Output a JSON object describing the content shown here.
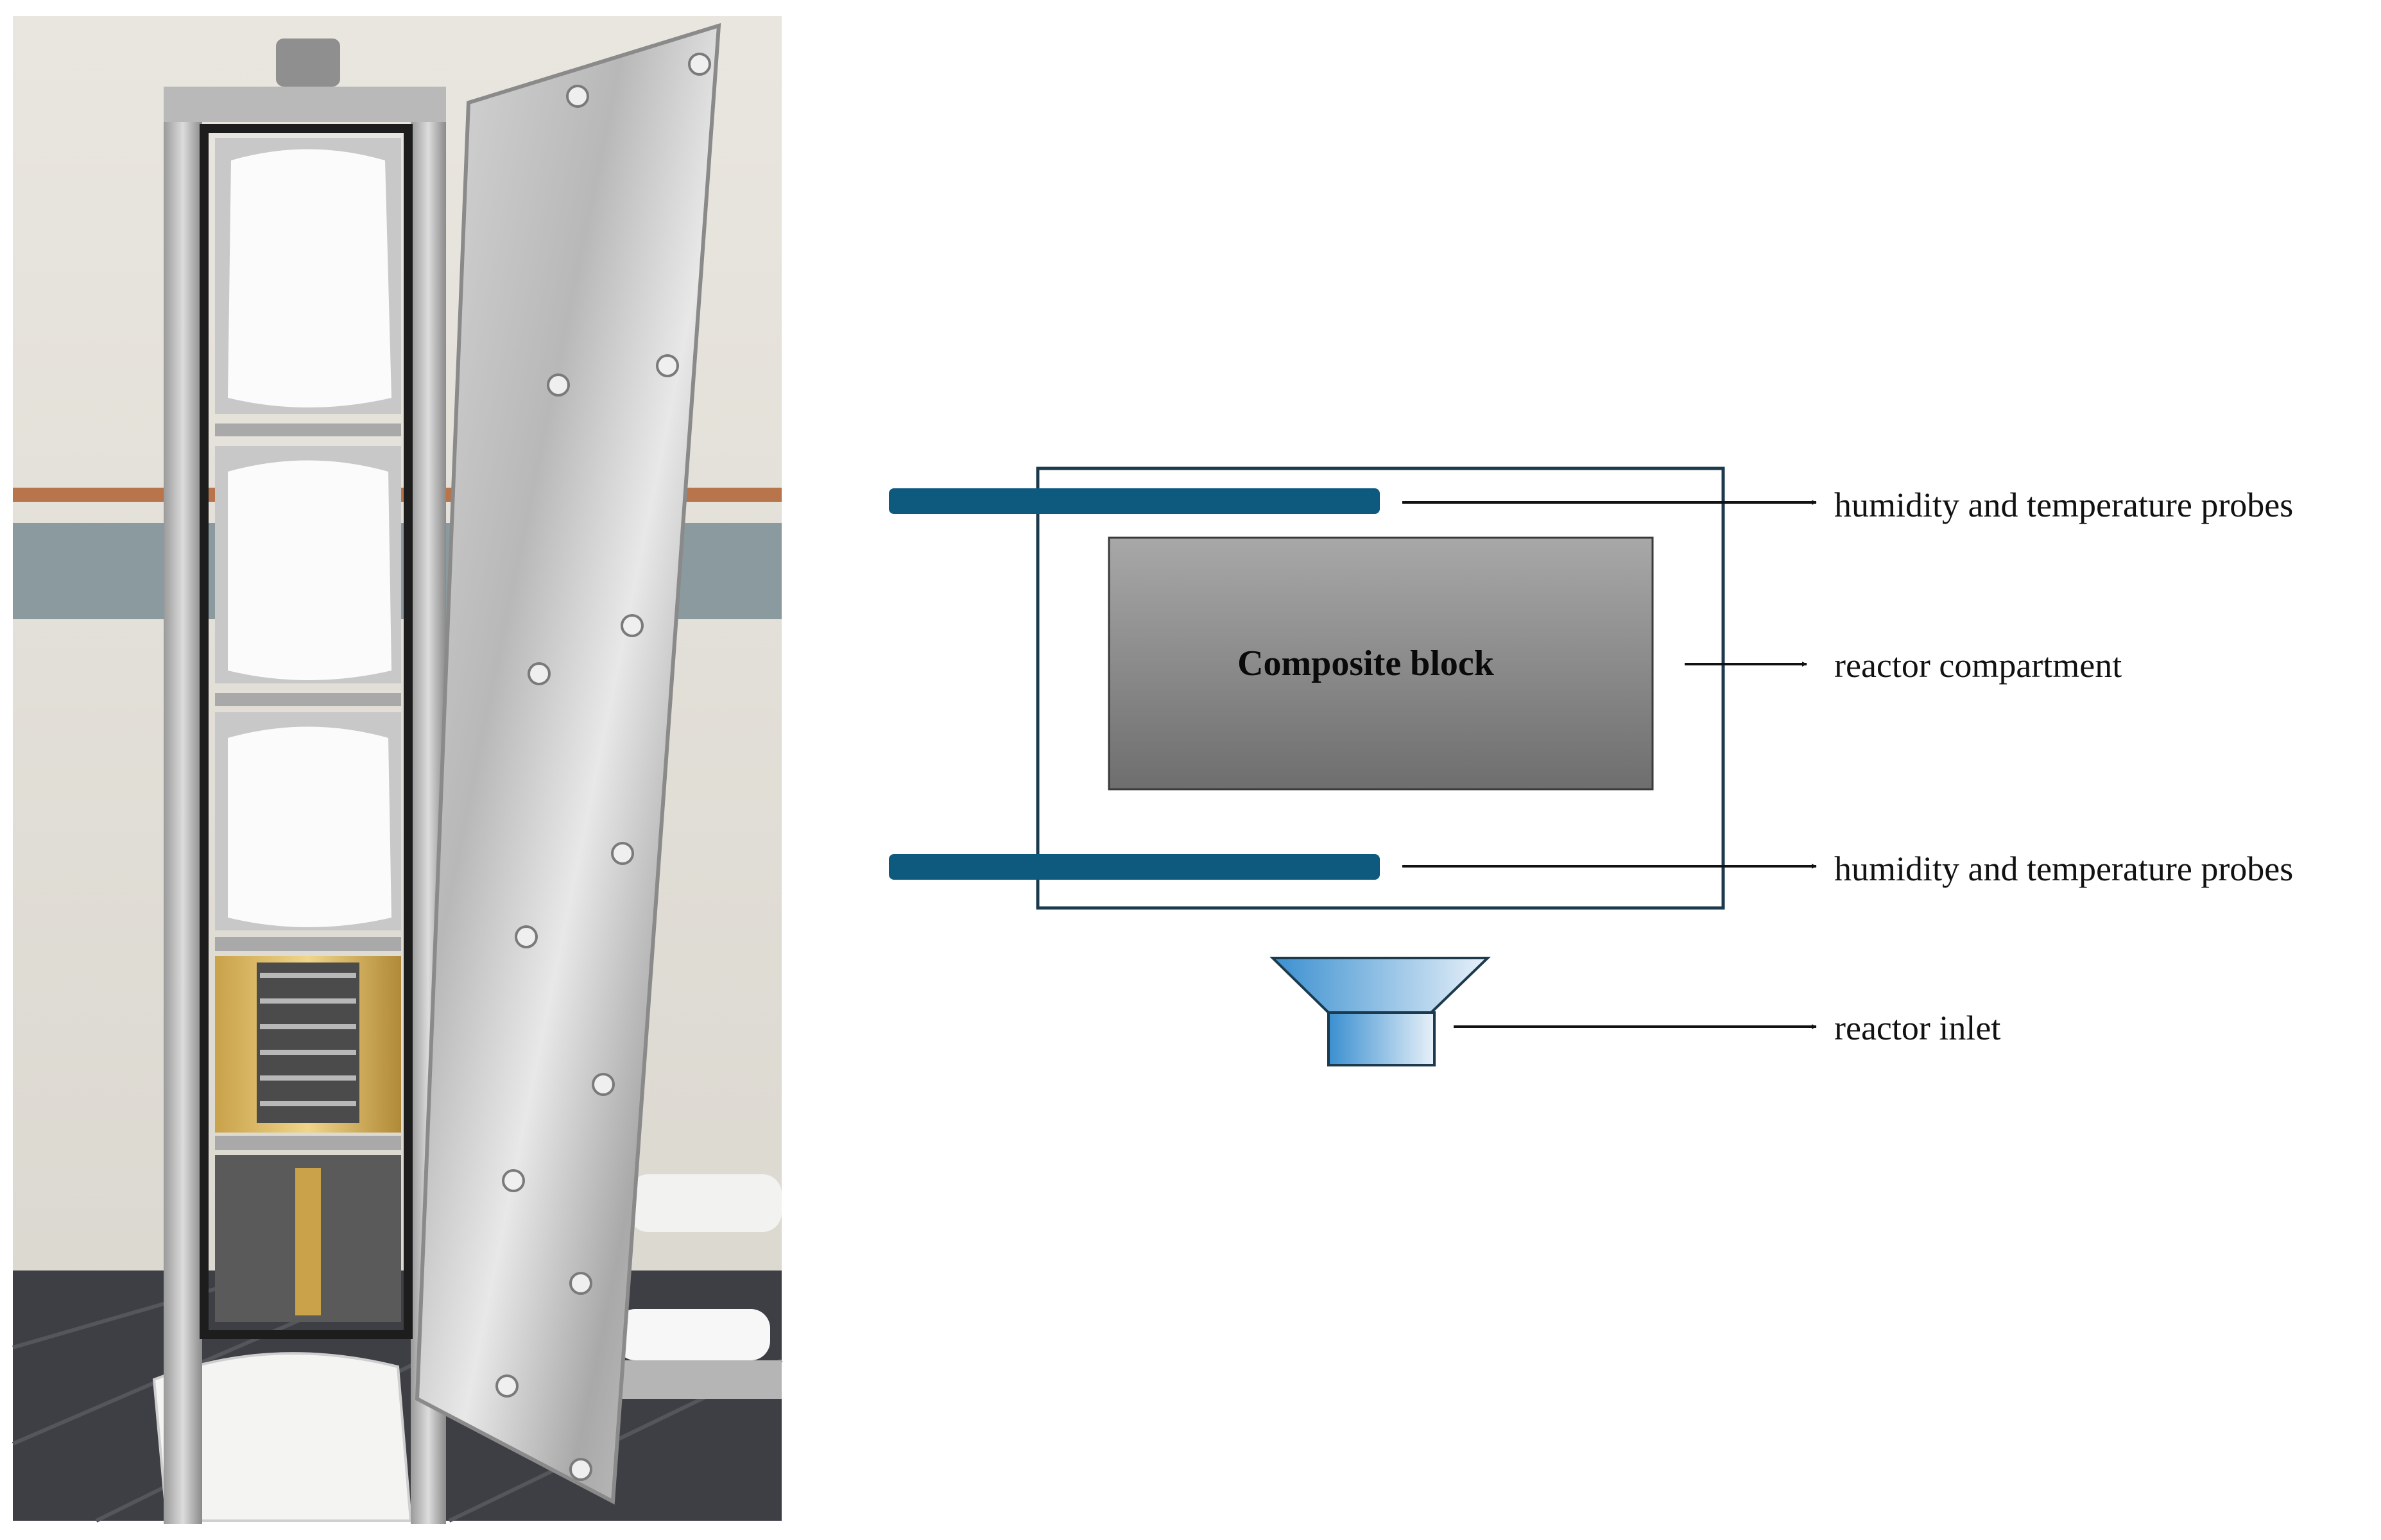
{
  "diagram": {
    "block_label": "Composite block",
    "labels": {
      "probes_top": "humidity and temperature probes",
      "compartment": "reactor compartment",
      "probes_bottom": "humidity and temperature probes",
      "inlet": "reactor inlet"
    },
    "colors": {
      "probe_bar": "#0e5a7e",
      "compartment_outline": "#1c3a4e",
      "block_fill_top": "#a8a8a8",
      "block_fill_bottom": "#6e6e6e",
      "inlet_fill_light": "#e3eef8",
      "inlet_fill_dark": "#3a8fd0",
      "arrow": "#111111"
    }
  },
  "photo": {
    "subject": "reactor column with insulated compartments and open aluminium door"
  }
}
